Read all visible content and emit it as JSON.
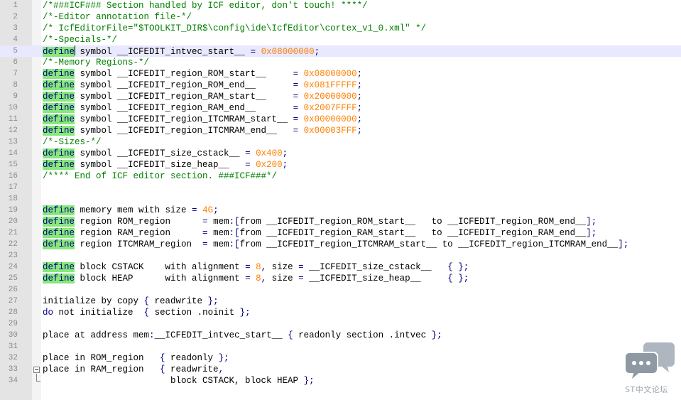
{
  "editor": {
    "current_line": 5,
    "lines": [
      {
        "n": "1",
        "tokens": [
          {
            "t": "cmt",
            "v": "/*###ICF### Section handled by ICF editor, don't touch! ****/"
          }
        ]
      },
      {
        "n": "2",
        "tokens": [
          {
            "t": "cmt",
            "v": "/*-Editor annotation file-*/"
          }
        ]
      },
      {
        "n": "3",
        "tokens": [
          {
            "t": "cmt",
            "v": "/* IcfEditorFile=\"$TOOLKIT_DIR$\\config\\ide\\IcfEditor\\cortex_v1_0.xml\" */"
          }
        ]
      },
      {
        "n": "4",
        "tokens": [
          {
            "t": "cmt",
            "v": "/*-Specials-*/"
          }
        ]
      },
      {
        "n": "5",
        "tokens": [
          {
            "t": "kw",
            "v": "define"
          },
          {
            "t": "caret",
            "v": ""
          },
          {
            "t": "txt",
            "v": " symbol __ICFEDIT_intvec_start__ "
          },
          {
            "t": "op",
            "v": "="
          },
          {
            "t": "txt",
            "v": " "
          },
          {
            "t": "num",
            "v": "0x08000000"
          },
          {
            "t": "op",
            "v": ";"
          }
        ]
      },
      {
        "n": "6",
        "tokens": [
          {
            "t": "cmt",
            "v": "/*-Memory Regions-*/"
          }
        ]
      },
      {
        "n": "7",
        "tokens": [
          {
            "t": "kw",
            "v": "define"
          },
          {
            "t": "txt",
            "v": " symbol __ICFEDIT_region_ROM_start__     "
          },
          {
            "t": "op",
            "v": "="
          },
          {
            "t": "txt",
            "v": " "
          },
          {
            "t": "num",
            "v": "0x08000000"
          },
          {
            "t": "op",
            "v": ";"
          }
        ]
      },
      {
        "n": "8",
        "tokens": [
          {
            "t": "kw",
            "v": "define"
          },
          {
            "t": "txt",
            "v": " symbol __ICFEDIT_region_ROM_end__       "
          },
          {
            "t": "op",
            "v": "="
          },
          {
            "t": "txt",
            "v": " "
          },
          {
            "t": "num",
            "v": "0x081FFFFF"
          },
          {
            "t": "op",
            "v": ";"
          }
        ]
      },
      {
        "n": "9",
        "tokens": [
          {
            "t": "kw",
            "v": "define"
          },
          {
            "t": "txt",
            "v": " symbol __ICFEDIT_region_RAM_start__     "
          },
          {
            "t": "op",
            "v": "="
          },
          {
            "t": "txt",
            "v": " "
          },
          {
            "t": "num",
            "v": "0x20000000"
          },
          {
            "t": "op",
            "v": ";"
          }
        ]
      },
      {
        "n": "10",
        "tokens": [
          {
            "t": "kw",
            "v": "define"
          },
          {
            "t": "txt",
            "v": " symbol __ICFEDIT_region_RAM_end__       "
          },
          {
            "t": "op",
            "v": "="
          },
          {
            "t": "txt",
            "v": " "
          },
          {
            "t": "num",
            "v": "0x2007FFFF"
          },
          {
            "t": "op",
            "v": ";"
          }
        ]
      },
      {
        "n": "11",
        "tokens": [
          {
            "t": "kw",
            "v": "define"
          },
          {
            "t": "txt",
            "v": " symbol __ICFEDIT_region_ITCMRAM_start__ "
          },
          {
            "t": "op",
            "v": "="
          },
          {
            "t": "txt",
            "v": " "
          },
          {
            "t": "num",
            "v": "0x00000000"
          },
          {
            "t": "op",
            "v": ";"
          }
        ]
      },
      {
        "n": "12",
        "tokens": [
          {
            "t": "kw",
            "v": "define"
          },
          {
            "t": "txt",
            "v": " symbol __ICFEDIT_region_ITCMRAM_end__   "
          },
          {
            "t": "op",
            "v": "="
          },
          {
            "t": "txt",
            "v": " "
          },
          {
            "t": "num",
            "v": "0x00003FFF"
          },
          {
            "t": "op",
            "v": ";"
          }
        ]
      },
      {
        "n": "13",
        "tokens": [
          {
            "t": "cmt",
            "v": "/*-Sizes-*/"
          }
        ]
      },
      {
        "n": "14",
        "tokens": [
          {
            "t": "kw",
            "v": "define"
          },
          {
            "t": "txt",
            "v": " symbol __ICFEDIT_size_cstack__ "
          },
          {
            "t": "op",
            "v": "="
          },
          {
            "t": "txt",
            "v": " "
          },
          {
            "t": "num",
            "v": "0x400"
          },
          {
            "t": "op",
            "v": ";"
          }
        ]
      },
      {
        "n": "15",
        "tokens": [
          {
            "t": "kw",
            "v": "define"
          },
          {
            "t": "txt",
            "v": " symbol __ICFEDIT_size_heap__   "
          },
          {
            "t": "op",
            "v": "="
          },
          {
            "t": "txt",
            "v": " "
          },
          {
            "t": "num",
            "v": "0x200"
          },
          {
            "t": "op",
            "v": ";"
          }
        ]
      },
      {
        "n": "16",
        "tokens": [
          {
            "t": "cmt",
            "v": "/**** End of ICF editor section. ###ICF###*/"
          }
        ]
      },
      {
        "n": "17",
        "tokens": []
      },
      {
        "n": "18",
        "tokens": []
      },
      {
        "n": "19",
        "tokens": [
          {
            "t": "kw",
            "v": "define"
          },
          {
            "t": "txt",
            "v": " memory mem with size "
          },
          {
            "t": "op",
            "v": "="
          },
          {
            "t": "txt",
            "v": " "
          },
          {
            "t": "num",
            "v": "4G"
          },
          {
            "t": "op",
            "v": ";"
          }
        ]
      },
      {
        "n": "20",
        "tokens": [
          {
            "t": "kw",
            "v": "define"
          },
          {
            "t": "txt",
            "v": " region ROM_region      "
          },
          {
            "t": "op",
            "v": "="
          },
          {
            "t": "txt",
            "v": " mem"
          },
          {
            "t": "op",
            "v": ":["
          },
          {
            "t": "txt",
            "v": "from __ICFEDIT_region_ROM_start__   to __ICFEDIT_region_ROM_end__"
          },
          {
            "t": "op",
            "v": "];"
          }
        ]
      },
      {
        "n": "21",
        "tokens": [
          {
            "t": "kw",
            "v": "define"
          },
          {
            "t": "txt",
            "v": " region RAM_region      "
          },
          {
            "t": "op",
            "v": "="
          },
          {
            "t": "txt",
            "v": " mem"
          },
          {
            "t": "op",
            "v": ":["
          },
          {
            "t": "txt",
            "v": "from __ICFEDIT_region_RAM_start__   to __ICFEDIT_region_RAM_end__"
          },
          {
            "t": "op",
            "v": "];"
          }
        ]
      },
      {
        "n": "22",
        "tokens": [
          {
            "t": "kw",
            "v": "define"
          },
          {
            "t": "txt",
            "v": " region ITCMRAM_region  "
          },
          {
            "t": "op",
            "v": "="
          },
          {
            "t": "txt",
            "v": " mem"
          },
          {
            "t": "op",
            "v": ":["
          },
          {
            "t": "txt",
            "v": "from __ICFEDIT_region_ITCMRAM_start__ to __ICFEDIT_region_ITCMRAM_end__"
          },
          {
            "t": "op",
            "v": "];"
          }
        ]
      },
      {
        "n": "23",
        "tokens": []
      },
      {
        "n": "24",
        "tokens": [
          {
            "t": "kw",
            "v": "define"
          },
          {
            "t": "txt",
            "v": " block CSTACK    with alignment "
          },
          {
            "t": "op",
            "v": "="
          },
          {
            "t": "txt",
            "v": " "
          },
          {
            "t": "num",
            "v": "8"
          },
          {
            "t": "op",
            "v": ","
          },
          {
            "t": "txt",
            "v": " size "
          },
          {
            "t": "op",
            "v": "="
          },
          {
            "t": "txt",
            "v": " __ICFEDIT_size_cstack__   "
          },
          {
            "t": "op",
            "v": "{ };"
          }
        ]
      },
      {
        "n": "25",
        "tokens": [
          {
            "t": "kw",
            "v": "define"
          },
          {
            "t": "txt",
            "v": " block HEAP      with alignment "
          },
          {
            "t": "op",
            "v": "="
          },
          {
            "t": "txt",
            "v": " "
          },
          {
            "t": "num",
            "v": "8"
          },
          {
            "t": "op",
            "v": ","
          },
          {
            "t": "txt",
            "v": " size "
          },
          {
            "t": "op",
            "v": "="
          },
          {
            "t": "txt",
            "v": " __ICFEDIT_size_heap__     "
          },
          {
            "t": "op",
            "v": "{ };"
          }
        ]
      },
      {
        "n": "26",
        "tokens": []
      },
      {
        "n": "27",
        "tokens": [
          {
            "t": "txt",
            "v": "initialize by copy "
          },
          {
            "t": "op",
            "v": "{"
          },
          {
            "t": "txt",
            "v": " readwrite "
          },
          {
            "t": "op",
            "v": "};"
          }
        ]
      },
      {
        "n": "28",
        "tokens": [
          {
            "t": "kw2",
            "v": "do"
          },
          {
            "t": "txt",
            "v": " not initialize  "
          },
          {
            "t": "op",
            "v": "{"
          },
          {
            "t": "txt",
            "v": " section .noinit "
          },
          {
            "t": "op",
            "v": "};"
          }
        ]
      },
      {
        "n": "29",
        "tokens": []
      },
      {
        "n": "30",
        "tokens": [
          {
            "t": "txt",
            "v": "place at address mem"
          },
          {
            "t": "op",
            "v": ":"
          },
          {
            "t": "txt",
            "v": "__ICFEDIT_intvec_start__ "
          },
          {
            "t": "op",
            "v": "{"
          },
          {
            "t": "txt",
            "v": " readonly section .intvec "
          },
          {
            "t": "op",
            "v": "};"
          }
        ]
      },
      {
        "n": "31",
        "tokens": []
      },
      {
        "n": "32",
        "tokens": [
          {
            "t": "txt",
            "v": "place in ROM_region   "
          },
          {
            "t": "op",
            "v": "{"
          },
          {
            "t": "txt",
            "v": " readonly "
          },
          {
            "t": "op",
            "v": "};"
          }
        ]
      },
      {
        "n": "33",
        "tokens": [
          {
            "t": "txt",
            "v": "place in RAM_region   "
          },
          {
            "t": "op",
            "v": "{"
          },
          {
            "t": "txt",
            "v": " readwrite"
          },
          {
            "t": "op",
            "v": ","
          }
        ]
      },
      {
        "n": "34",
        "tokens": [
          {
            "t": "txt",
            "v": "                        block CSTACK, block HEAP "
          },
          {
            "t": "op",
            "v": "};"
          }
        ]
      }
    ]
  },
  "watermark": {
    "label": "ST中文论坛",
    "icon": "chat-bubbles-icon"
  },
  "colors": {
    "comment": "#008000",
    "keyword": "#000080",
    "keyword_highlight": "#87e87c",
    "number": "#ff8000",
    "current_line": "#e8e8ff",
    "gutter": "#e4e4e4"
  }
}
